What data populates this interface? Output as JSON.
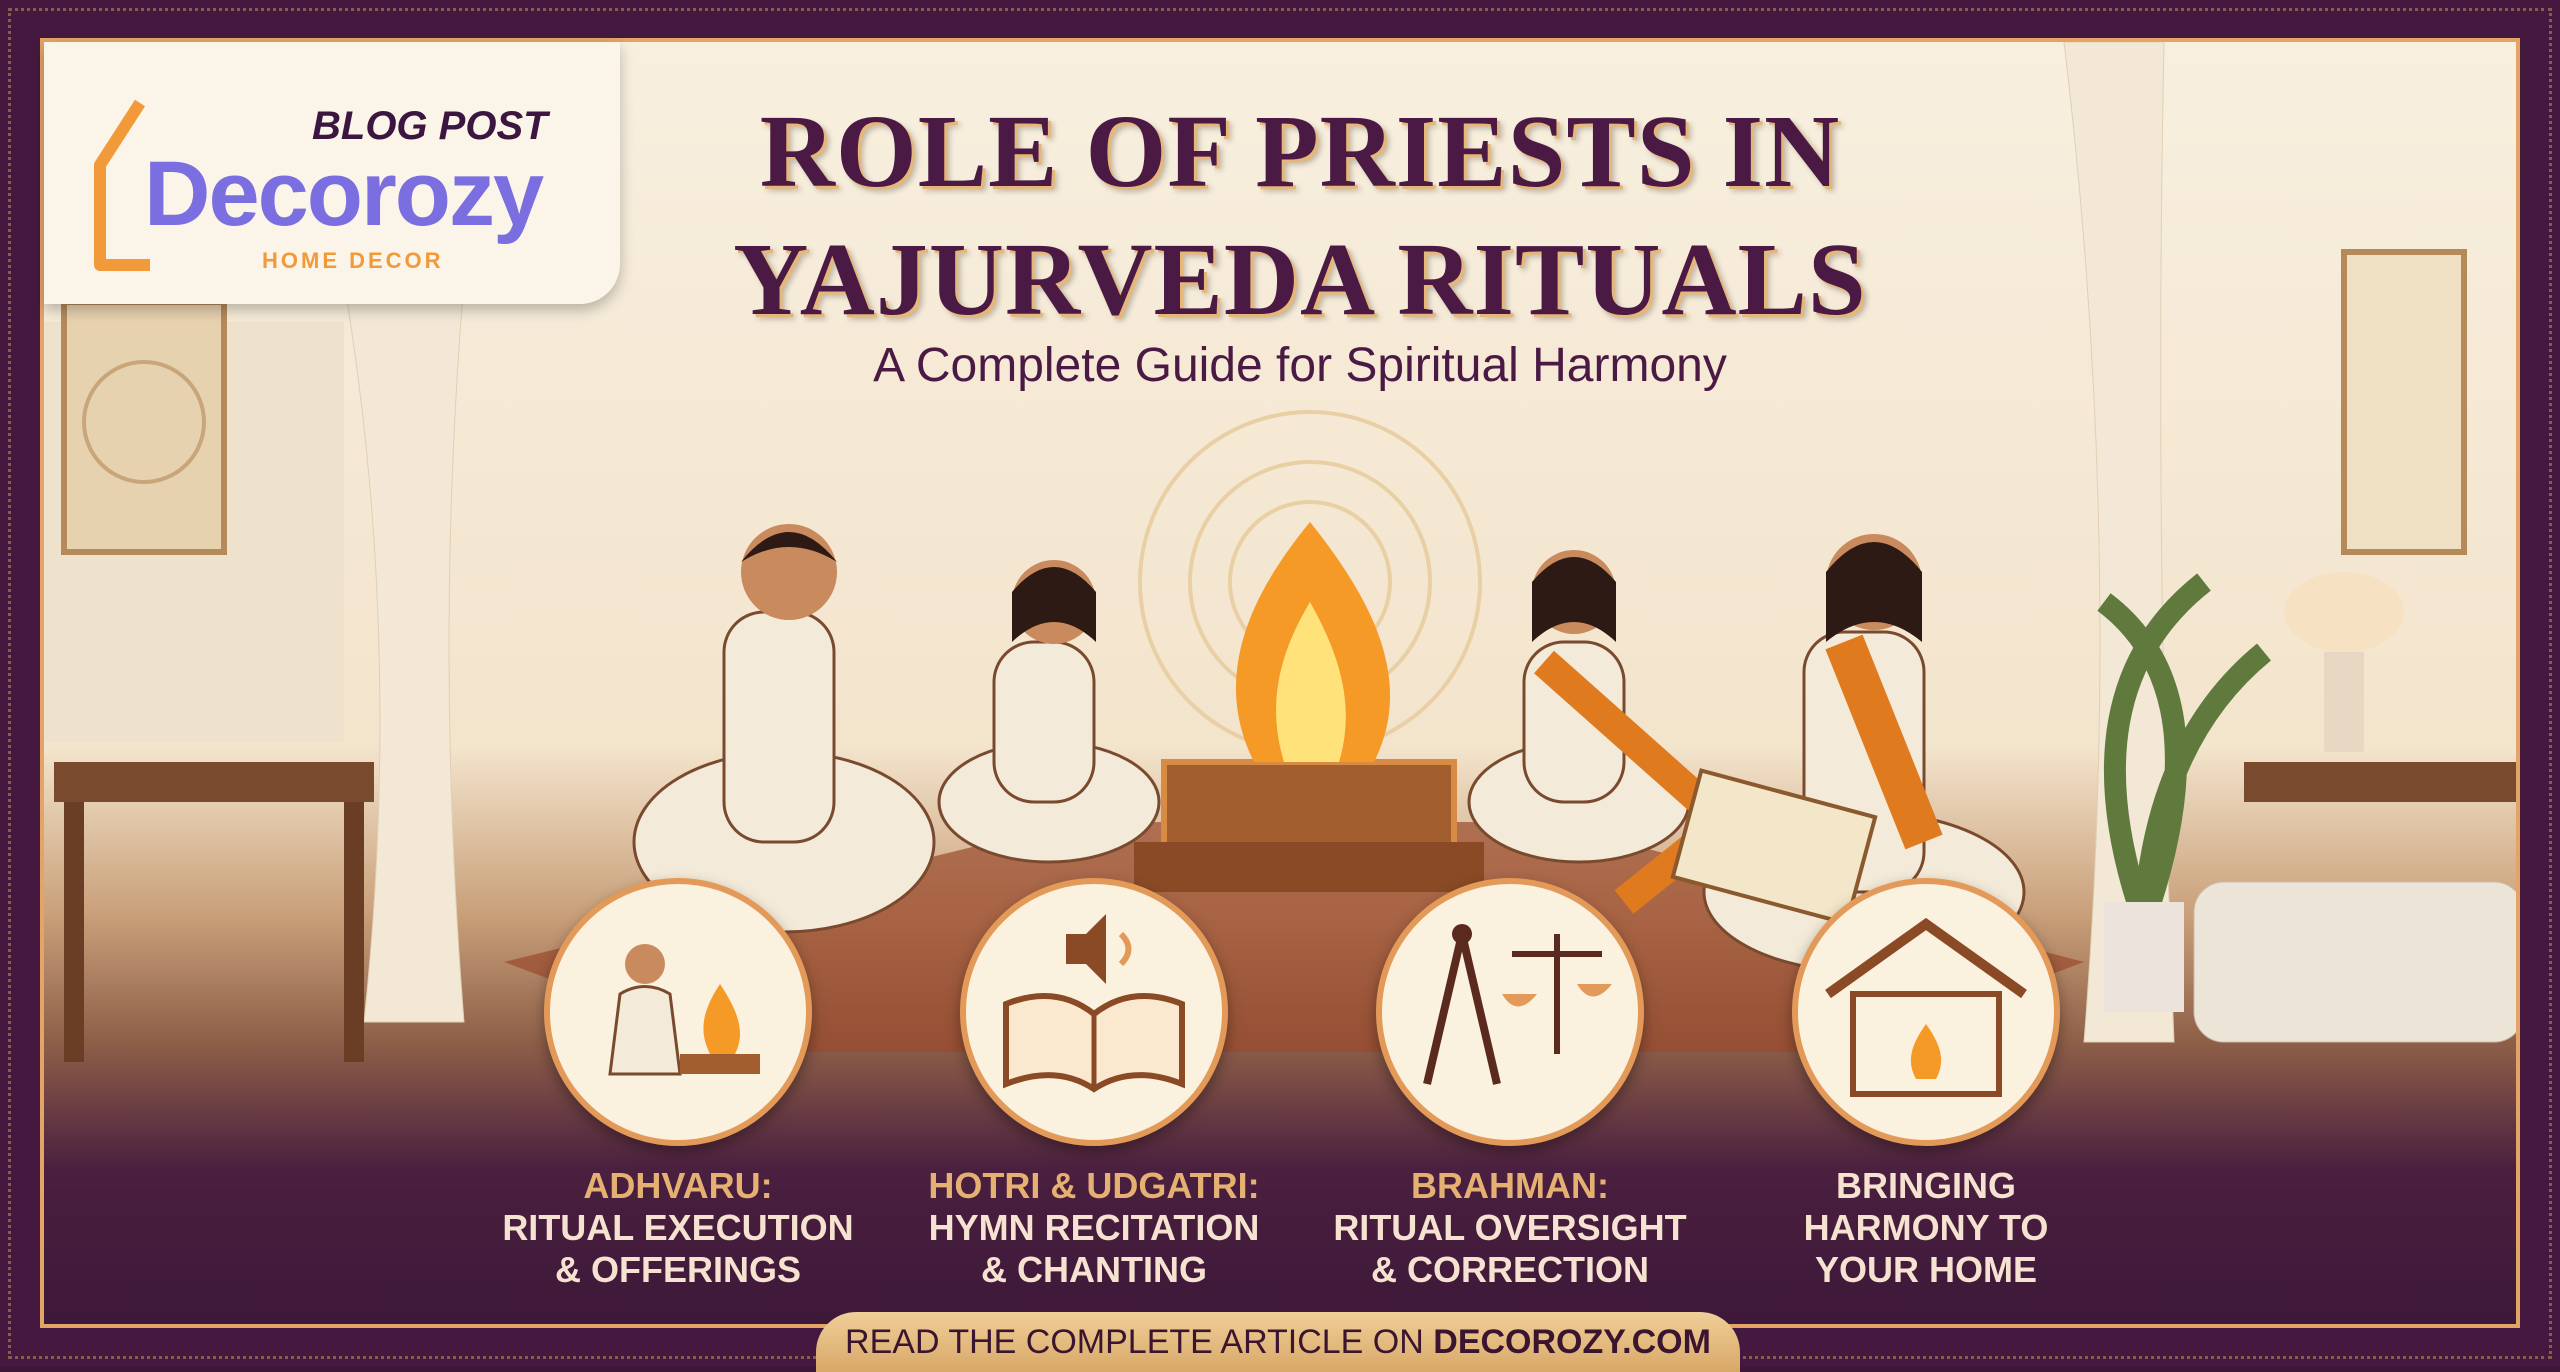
{
  "logo": {
    "tag": "BLOG POST",
    "brand": "Decorozy",
    "sub": "HOME DECOR",
    "brand_color": "#7b6ee0",
    "accent": "#f29a3a"
  },
  "title": {
    "line1": "ROLE OF PRIESTS IN",
    "line2": "YAJURVEDA RITUALS",
    "subtitle": "A Complete Guide for Spiritual Harmony"
  },
  "roles": [
    {
      "heading": "ADHVARU:",
      "line1": "RITUAL EXECUTION",
      "line2": "& OFFERINGS",
      "icon": "priest-offering-fire-icon"
    },
    {
      "heading": "HOTRI & UDGATRI:",
      "line1": "HYMN RECITATION",
      "line2": "& CHANTING",
      "icon": "book-speaker-icon"
    },
    {
      "heading": "BRAHMAN:",
      "line1": "RITUAL OVERSIGHT",
      "line2": "& CORRECTION",
      "icon": "compass-scale-icon"
    },
    {
      "heading": "",
      "line1": "BRINGING",
      "line2": "HARMONY TO",
      "line3": "YOUR HOME",
      "icon": "home-fire-icon"
    }
  ],
  "cta": {
    "prefix": "READ THE COMPLETE ARTICLE ON",
    "site": "DECOROZY.COM"
  },
  "colors": {
    "frame": "#45193f",
    "gold": "#e3a466",
    "cream": "#f8efdf"
  }
}
